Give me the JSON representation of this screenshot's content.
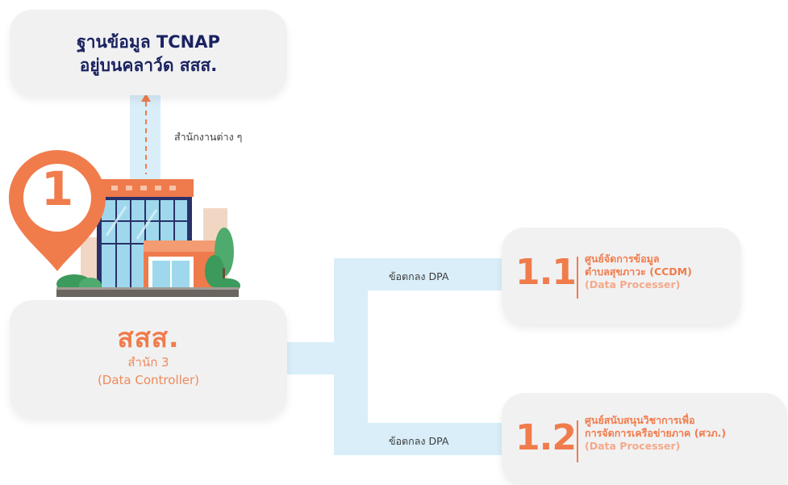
{
  "cloud": {
    "line1": "ฐานข้อมูล TCNAP",
    "line2": "อยู่บนคลาว์ด สสส."
  },
  "upload_label": "สำนักงานต่าง ๆ",
  "marker_number": "1",
  "controller": {
    "title": "สสส.",
    "unit": "สำนัก 3",
    "role": "(Data Controller)"
  },
  "agreements": [
    "ข้อตกลง DPA",
    "ข้อตกลง DPA"
  ],
  "processors": [
    {
      "number": "1.1",
      "line1": "ศูนย์จัดการข้อมูล",
      "line2": "ตำบลสุขภาวะ (CCDM)",
      "role": "(Data Processer)"
    },
    {
      "number": "1.2",
      "line1": "ศูนย์สนับสนุนวิชาการเพื่อ",
      "line2": "การจัดการเครือข่ายภาค (ศวภ.)",
      "role": "(Data Processer)"
    }
  ],
  "colors": {
    "accent": "#f07c4c",
    "flow": "#d9eef9",
    "navy": "#1a2260",
    "box": "#f1f1f2"
  }
}
